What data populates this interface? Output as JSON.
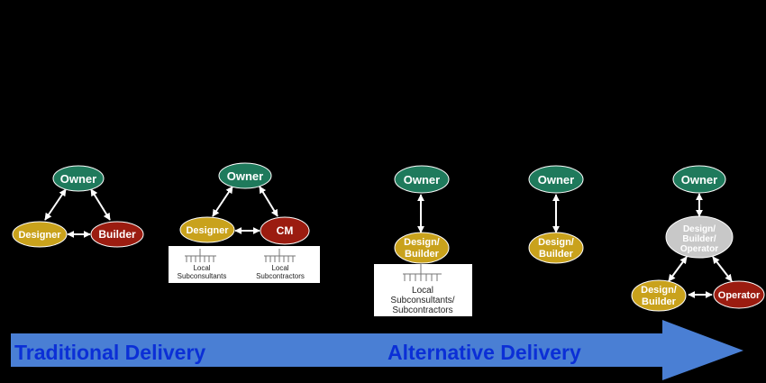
{
  "colors": {
    "owner": "#1f7a5c",
    "designer": "#c9a21c",
    "builder": "#9b1c10",
    "dbo": "#c8c8c8",
    "arrow_banner": "#4a7fd4",
    "banner_text": "#0b2fd6"
  },
  "models": [
    {
      "owner": "Owner",
      "designer": "Designer",
      "builder": "Builder"
    },
    {
      "owner": "Owner",
      "designer": "Designer",
      "cm": "CM",
      "sub_left_1": "Local",
      "sub_left_2": "Subconsultants",
      "sub_right_1": "Local",
      "sub_right_2": "Subcontractors"
    },
    {
      "owner": "Owner",
      "db_1": "Design/",
      "db_2": "Builder",
      "sub_1": "Local",
      "sub_2": "Subconsultants/",
      "sub_3": "Subcontractors"
    },
    {
      "owner": "Owner",
      "db_1": "Design/",
      "db_2": "Builder"
    },
    {
      "owner": "Owner",
      "dbo_1": "Design/",
      "dbo_2": "Builder/",
      "dbo_3": "Operator",
      "db_1": "Design/",
      "db_2": "Builder",
      "operator": "Operator"
    }
  ],
  "banner": {
    "left": "Traditional Delivery",
    "right": "Alternative Delivery"
  }
}
